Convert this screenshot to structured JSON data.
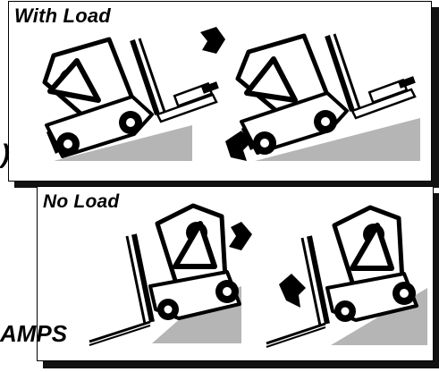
{
  "panels": [
    {
      "title": "With Load"
    },
    {
      "title": "No Load"
    }
  ],
  "side_labels": {
    "top_fragment": ")",
    "bottom_fragment": "AMPS"
  },
  "icons": {
    "forward": "travel-forward-arrow-icon",
    "reverse": "travel-reverse-arrow-icon",
    "operator": "operator-seated-icon",
    "ramp": "ramp-icon"
  }
}
